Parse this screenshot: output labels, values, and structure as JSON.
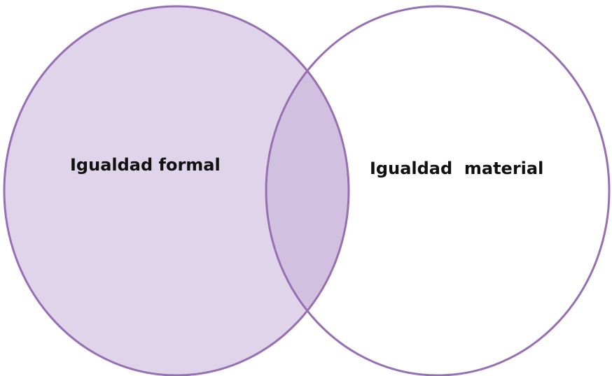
{
  "diagram": {
    "type": "venn",
    "sets": [
      {
        "id": "left",
        "label": "Igualdad formal"
      },
      {
        "id": "right",
        "label": "Igualdad  material"
      }
    ],
    "colors": {
      "stroke": "#9670b3",
      "left_fill": "#e0d4ea",
      "overlap_fill": "#d2c0e0",
      "right_fill": "#ffffff"
    }
  }
}
